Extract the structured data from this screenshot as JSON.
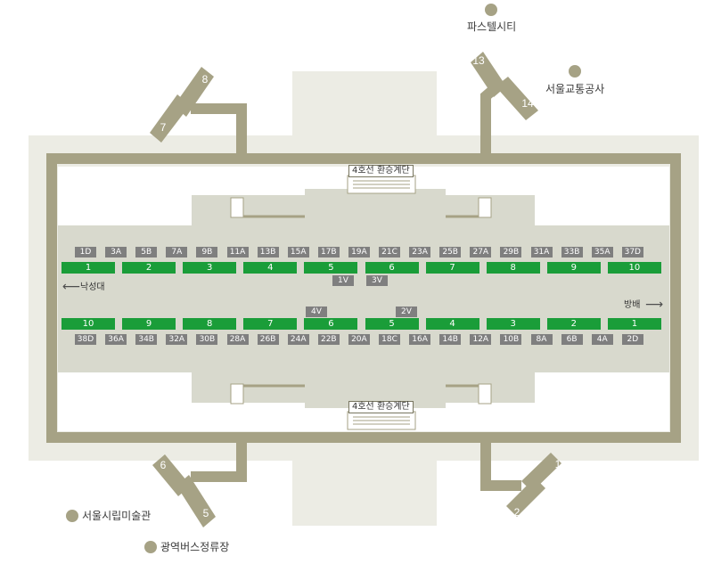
{
  "places": {
    "pastel_city": "파스텔시티",
    "seoul_transport_corp": "서울교통공사",
    "seoul_museum": "서울시립미술관",
    "metro_bus_stop": "광역버스정류장"
  },
  "stairs": {
    "top": "4호선 환승계단",
    "bottom": "4호선 환승계단"
  },
  "directions": {
    "west": "낙성대",
    "east": "방배",
    "west_arrow": "arrow-left-icon",
    "east_arrow": "arrow-right-icon"
  },
  "exits": {
    "e1": "1",
    "e2": "2",
    "e5": "5",
    "e6": "6",
    "e7": "7",
    "e8": "8",
    "e13": "13",
    "e14": "14"
  },
  "top_doors": [
    "1D",
    "3A",
    "5B",
    "7A",
    "9B",
    "11A",
    "13B",
    "15A",
    "17B",
    "19A",
    "21C",
    "23A",
    "25B",
    "27A",
    "29B",
    "31A",
    "33B",
    "35A",
    "37D"
  ],
  "top_cars": [
    "1",
    "2",
    "3",
    "4",
    "5",
    "6",
    "7",
    "8",
    "9",
    "10"
  ],
  "top_extra": [
    "1V",
    "3V"
  ],
  "bottom_extra": [
    "4V",
    "2V"
  ],
  "bottom_cars": [
    "10",
    "9",
    "8",
    "7",
    "6",
    "5",
    "4",
    "3",
    "2",
    "1"
  ],
  "bottom_doors": [
    "38D",
    "36A",
    "34B",
    "32A",
    "30B",
    "28A",
    "26B",
    "24A",
    "22B",
    "20A",
    "18C",
    "16A",
    "14B",
    "12A",
    "10B",
    "8A",
    "6B",
    "4A",
    "2D"
  ],
  "colors": {
    "corridor": "#a6a285",
    "concourse_light": "#ecece4",
    "platform": "#d8d9cd",
    "car_green": "#1a9d39",
    "door_gray": "#7f7f7f"
  }
}
